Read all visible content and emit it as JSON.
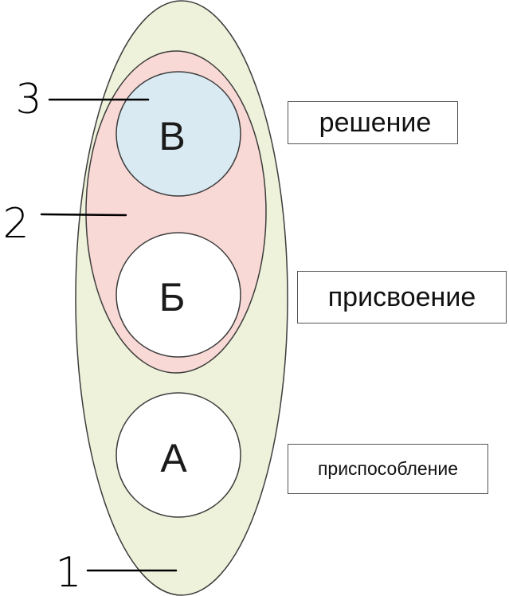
{
  "colors": {
    "outer_ellipse_fill": "#eef2da",
    "middle_ellipse_fill": "#f9d9d6",
    "top_circle_fill": "#d9eaf2",
    "white_circle_fill": "#ffffff",
    "stroke": "#3c3c3c"
  },
  "circles": {
    "top": {
      "letter": "В"
    },
    "middle": {
      "letter": "Б"
    },
    "bottom": {
      "letter": "А"
    }
  },
  "markers": {
    "one": "1",
    "two": "2",
    "three": "3"
  },
  "labels": {
    "solution": "решение",
    "appropriation": "присвоение",
    "adaptation": "приспособление"
  }
}
